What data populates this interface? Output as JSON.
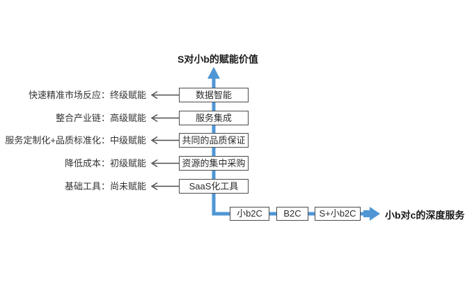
{
  "diagram": {
    "title": "S对小b的赋能价值",
    "colors": {
      "arrow_blue": "#4f96d5",
      "line_gray": "#4d4d4d"
    },
    "rows": [
      {
        "label": "快速精准市场反应：终级赋能",
        "box": "数据智能"
      },
      {
        "label": "整合产业链：高级赋能",
        "box": "服务集成"
      },
      {
        "label": "服务定制化+品质标准化：中级赋能",
        "box": "共同的品质保证"
      },
      {
        "label": "降低成本：初级赋能",
        "box": "资源的集中采购"
      },
      {
        "label": "基础工具：尚未赋能",
        "box": "SaaS化工具"
      }
    ],
    "bottom_axis": {
      "boxes": [
        "小b2C",
        "B2C",
        "S+小b2C"
      ],
      "caption": "小b对c的深度服务"
    }
  }
}
